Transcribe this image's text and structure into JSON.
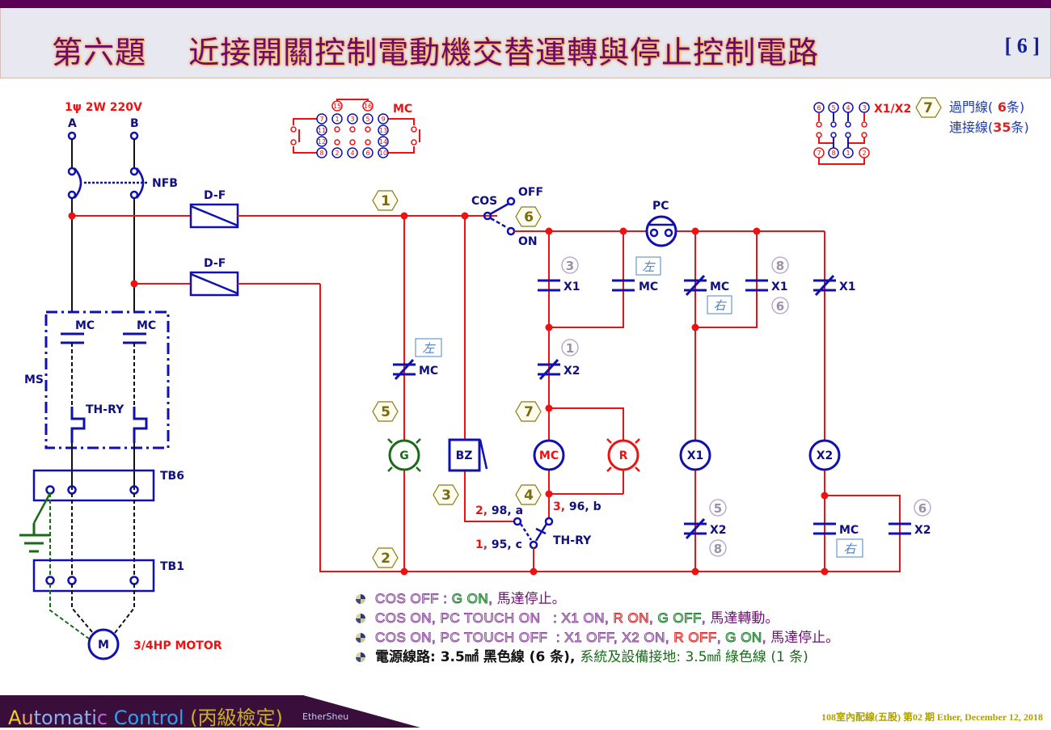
{
  "header": {
    "title": "第六題　 近接開關控制電動機交替運轉與停止控制電路",
    "page_number": "[ 6 ]"
  },
  "power": {
    "supply_label": "1ψ 2W 220V",
    "terminal_a": "A",
    "terminal_b": "B",
    "breaker_label": "NFB",
    "fuse_labels": [
      "D-F",
      "D-F"
    ]
  },
  "main_circuit": {
    "mc_contacts": [
      "MC",
      "MC"
    ],
    "ms_label": "MS",
    "thermal_relay_label": "TH-RY",
    "terminal_blocks": [
      "TB6",
      "TB1"
    ],
    "motor_symbol": "M",
    "motor_label": "3/4HP MOTOR"
  },
  "pin_diagrams": {
    "mc": {
      "label": "MC",
      "top_pins": [
        "15",
        "16"
      ],
      "upper_row": [
        "7",
        "1",
        "3",
        "5",
        "9"
      ],
      "mid_row_1": [
        "11",
        "13"
      ],
      "mid_row_2": [
        "12",
        "14"
      ],
      "lower_row": [
        "8",
        "2",
        "4",
        "6",
        "10"
      ]
    },
    "relay": {
      "label": "X1/X2",
      "top_row": [
        "6",
        "5",
        "4",
        "3"
      ],
      "bottom_row": [
        "7",
        "8",
        "1",
        "2"
      ],
      "badge": "7"
    }
  },
  "wire_count": {
    "pass_door_label": "過門線(",
    "pass_door_count": " 6",
    "pass_door_unit": "条)",
    "connect_label": "連接線(",
    "connect_count": "35",
    "connect_unit": "条)"
  },
  "control_circuit": {
    "cos_label": "COS",
    "cos_off": "OFF",
    "cos_on": "ON",
    "pc_label": "PC",
    "hex_badges": [
      "1",
      "6",
      "5",
      "7",
      "3",
      "4",
      "2"
    ],
    "circle_numbers": [
      "3",
      "8",
      "6",
      "1",
      "5",
      "8",
      "6"
    ],
    "contacts": {
      "x1_no": "X1",
      "mc_no_left": "MC",
      "mc_nc_right": "MC",
      "x1_no_right": "X1",
      "x1_nc": "X1",
      "mc_nc_left": "MC",
      "x2_nc": "X2",
      "x2_nc_lower": "X2",
      "mc_no_lower": "MC",
      "x2_no": "X2"
    },
    "tags": {
      "left": "左",
      "right": "右"
    },
    "lamps": {
      "green": "G",
      "red": "R"
    },
    "buzzer": "BZ",
    "coils": {
      "mc": "MC",
      "x1": "X1",
      "x2": "X2"
    },
    "th_ry": {
      "label": "TH-RY",
      "a_prefix": "2,",
      "a_rest": " 98, a",
      "b_prefix": "3,",
      "b_rest": " 96, b",
      "c_prefix": "1,",
      "c_rest": " 95, c"
    }
  },
  "notes": [
    {
      "cond": "COS OFF : ",
      "parts": [
        {
          "text": "G ON",
          "style": "green"
        },
        {
          "text": ", ",
          "style": "purple"
        }
      ],
      "result": "馬達停止。"
    },
    {
      "cond": "COS ON, PC TOUCH ON   : X1 ON, ",
      "parts": [
        {
          "text": "R ON",
          "style": "red"
        },
        {
          "text": ", ",
          "style": "purple"
        },
        {
          "text": "G OFF",
          "style": "green"
        },
        {
          "text": ", ",
          "style": "purple"
        }
      ],
      "result": "馬達轉動。"
    },
    {
      "cond": "COS ON, PC TOUCH OFF  : X1 OFF, X2 ON, ",
      "parts": [
        {
          "text": "R OFF",
          "style": "red"
        },
        {
          "text": ", ",
          "style": "purple"
        },
        {
          "text": "G ON",
          "style": "green"
        },
        {
          "text": ", ",
          "style": "purple"
        }
      ],
      "result": "馬達停止。"
    },
    {
      "power_text": "電源線路: 3.5㎟ 黑色線 (6 条), ",
      "ground_text": "系統及設備接地: 3.5㎟ 綠色線 (1 条)"
    }
  ],
  "footer": {
    "brand_a": "A",
    "brand_u": "u",
    "brand_tomati": "tomati",
    "brand_c": "c",
    "brand_control": " Control ",
    "brand_cjk": "(丙級檢定)",
    "author": "EtherSheu",
    "info": "108室內配線(五股) 第02 期 Ether, December 12, 2018"
  },
  "colors": {
    "wire_red": "#ee1111",
    "symbol_blue": "#1010b0",
    "label_navy": "#101080",
    "hex_olive": "#8a7a10",
    "circle_gray": "#a090b0",
    "lamp_green": "#1a6a1a",
    "header_bar": "#5a0055"
  }
}
